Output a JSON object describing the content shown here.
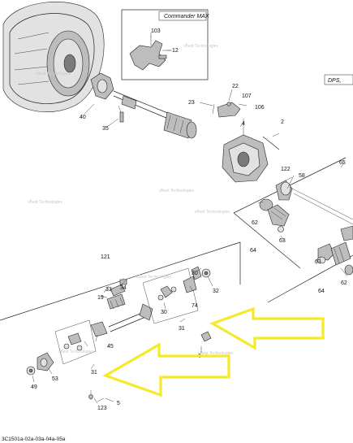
{
  "diagram": {
    "inset_title": "Commander MAX",
    "side_label": "DPS,",
    "code": "3C1501a-02a-03a-04a-05a",
    "watermark": "vBest Technologies",
    "part_numbers": {
      "p2": "2",
      "p4": "4",
      "p5": "5",
      "p6": "6",
      "p12": "12",
      "p19": "19",
      "p22": "22",
      "p23": "23",
      "p30a": "30",
      "p30b": "30",
      "p31a": "31",
      "p31b": "31",
      "p32": "32",
      "p33": "33",
      "p34": "34",
      "p35": "35",
      "p40": "40",
      "p45": "45",
      "p49": "49",
      "p53": "53",
      "p58": "58",
      "p62a": "62",
      "p62b": "62",
      "p63a": "63",
      "p63b": "63",
      "p64a": "64",
      "p64b": "64",
      "p65": "65",
      "p74": "74",
      "p103": "103",
      "p106": "106",
      "p107": "107",
      "p121": "121",
      "p122": "122",
      "p123": "123"
    },
    "colors": {
      "arrow": "#f4ea2a",
      "line": "#222222"
    }
  }
}
